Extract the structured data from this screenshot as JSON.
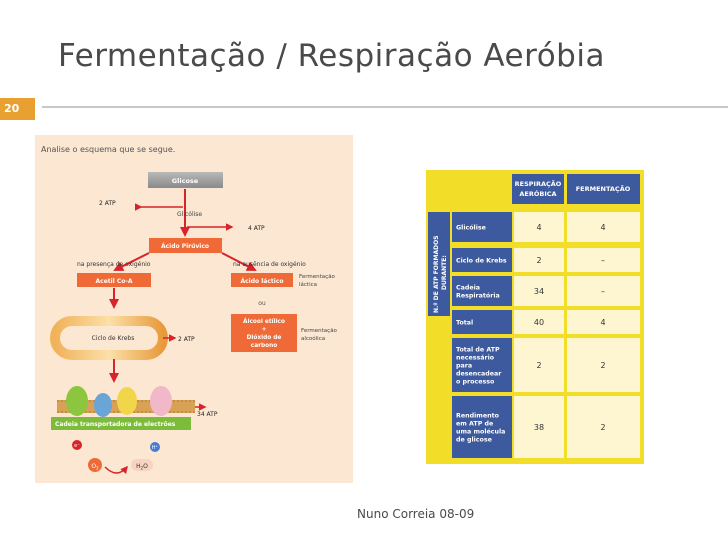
{
  "slide": {
    "title": "Fermentação / Respiração Aeróbia",
    "number": "20",
    "footer": "Nuno Correia 08-09"
  },
  "diagram": {
    "heading": "Analise o esquema que se segue.",
    "glicose": "Glicose",
    "atp_glicolise": "2 ATP",
    "glicolise": "Glicólise",
    "atp_fermentacao": "4 ATP",
    "acido_piruvico": "Ácido Pirúvico",
    "presenca_oxigenio": "na presença de oxigénio",
    "ausencia_oxigenio": "na ausência de oxigénio",
    "acetil_coa": "Acetil Co-A",
    "acido_lactico": "Ácido láctico",
    "fermentacao_lactica_1": "Fermentação",
    "fermentacao_lactica_2": "láctica",
    "ou": "ou",
    "ciclo_krebs": "Ciclo de Krebs",
    "atp_krebs": "2 ATP",
    "alcool_etilico": "Álcool etílico",
    "mais": "+",
    "dioxido_1": "Dióxido de",
    "dioxido_2": "carbono",
    "fermentacao_alcoolica_1": "Fermentação",
    "fermentacao_alcoolica_2": "alcoólica",
    "atp_cadeia": "34 ATP",
    "cadeia": "Cadeia transportadora de electrões",
    "eletrao": "e⁻",
    "hidrogeniao": "H⁺",
    "oxigenio": "O",
    "oxigenio_sub": "2",
    "agua": "H",
    "agua_sub": "2",
    "agua_end": "O"
  },
  "table": {
    "side_label_1": "N.º DE ATP FORMADOS",
    "side_label_2": "DURANTE:",
    "col_headers": [
      {
        "line1": "RESPIRAÇÃO",
        "line2": "AERÓBICA"
      },
      {
        "line1": "FERMENTAÇÃO",
        "line2": ""
      }
    ],
    "rows": [
      {
        "label": [
          "Glicólise"
        ],
        "aerobica": "4",
        "fermentacao": "4"
      },
      {
        "label": [
          "Ciclo de Krebs"
        ],
        "aerobica": "2",
        "fermentacao": "–"
      },
      {
        "label": [
          "Cadeia",
          "Respiratória"
        ],
        "aerobica": "34",
        "fermentacao": "–"
      },
      {
        "label": [
          "Total"
        ],
        "aerobica": "40",
        "fermentacao": "4"
      },
      {
        "label": [
          "Total de ATP",
          "necessário",
          "para",
          "desencadear",
          "o processo"
        ],
        "aerobica": "2",
        "fermentacao": "2"
      },
      {
        "label": [
          "Rendimento",
          "em ATP de",
          "uma molécula",
          "de glicose"
        ],
        "aerobica": "38",
        "fermentacao": "2"
      }
    ]
  },
  "colors": {
    "diagram_bg": "#fbe7d2",
    "orange_box": "#ef6a36",
    "arrow_red": "#d8232a",
    "table_bg": "#f2de28",
    "table_dark": "#3d5a9e",
    "table_cell": "#fdf6d0",
    "title": "#4a4a4a",
    "slide_number_bg": "#e8a030"
  }
}
